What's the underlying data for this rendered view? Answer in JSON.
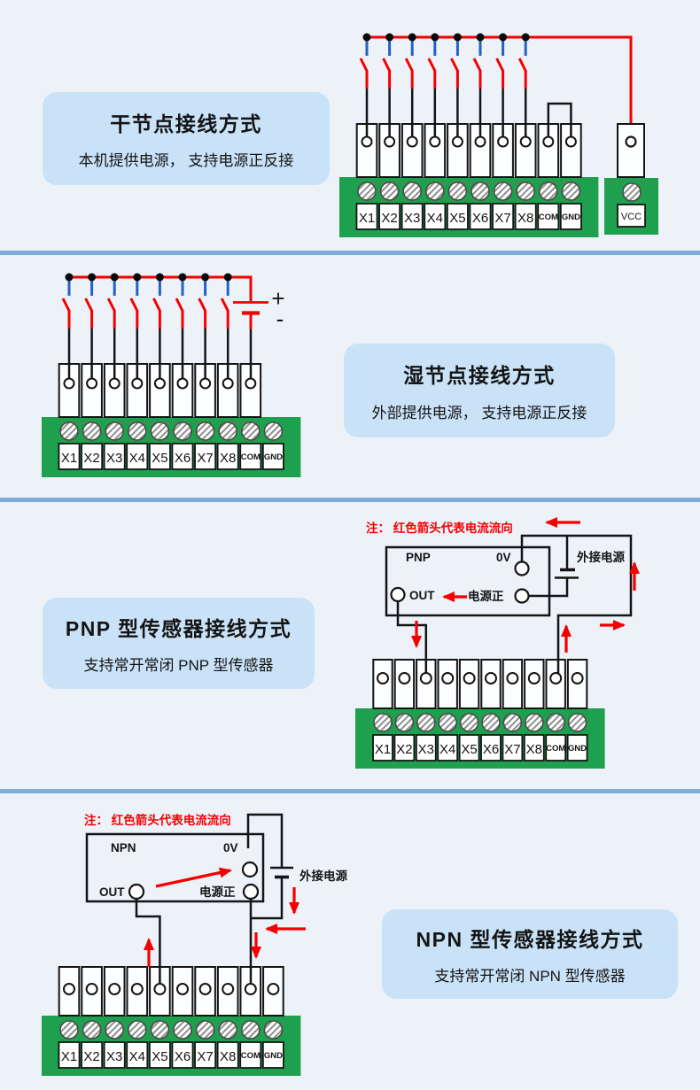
{
  "colors": {
    "background": "#edf2f9",
    "card_blue": "#c9e2f7",
    "divider_blue": "#7fabd8",
    "terminal_green": "#1ea04e",
    "wire_red": "#f40000",
    "wire_blue": "#2162c4",
    "wire_black": "#141414"
  },
  "terminal_labels": [
    "X1",
    "X2",
    "X3",
    "X4",
    "X5",
    "X6",
    "X7",
    "X8",
    "COM",
    "GND"
  ],
  "sections": {
    "dry": {
      "title": "干节点接线方式",
      "subtitle": "本机提供电源， 支持电源正反接",
      "vcc_label": "VCC"
    },
    "wet": {
      "title": "湿节点接线方式",
      "subtitle": "外部提供电源， 支持电源正反接",
      "battery_plus": "+",
      "battery_minus": "-"
    },
    "pnp": {
      "note": "注： 红色箭头代表电流流向",
      "title": "PNP 型传感器接线方式",
      "subtitle": "支持常开常闭 PNP 型传感器",
      "box_label": "PNP",
      "pin_0v": "0V",
      "pin_out": "OUT",
      "pin_power": "电源正",
      "external_power": "外接电源"
    },
    "npn": {
      "note": "注： 红色箭头代表电流流向",
      "title": "NPN 型传感器接线方式",
      "subtitle": "支持常开常闭 NPN 型传感器",
      "box_label": "NPN",
      "pin_0v": "0V",
      "pin_out": "OUT",
      "pin_power": "电源正",
      "external_power": "外接电源"
    }
  }
}
